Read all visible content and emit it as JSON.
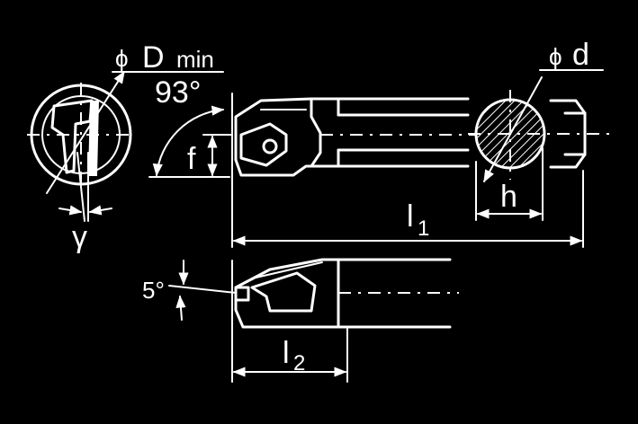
{
  "labels": {
    "phi_symbol": "ϕ",
    "d_min_letter": "D",
    "d_min_suffix": "min",
    "angle_93": "93°",
    "f": "f",
    "gamma": "γ",
    "phi_d_symbol": "ϕ",
    "d": "d",
    "h": "h",
    "l1_letter": "l",
    "l1_sub": "1",
    "l2_letter": "l",
    "l2_sub": "2",
    "angle_5": "5°"
  },
  "colors": {
    "background": "#000000",
    "lines": "#ffffff"
  }
}
